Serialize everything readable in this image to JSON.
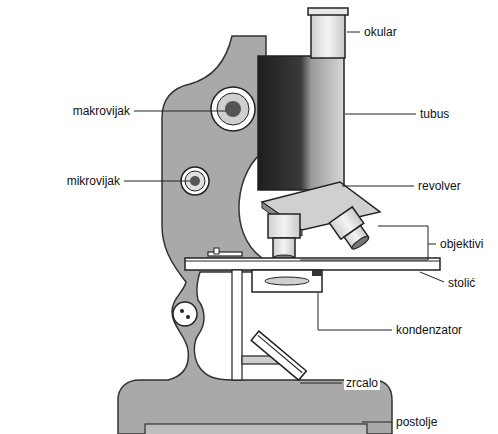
{
  "diagram": {
    "labels": [
      "okular",
      "makrovijak",
      "tubus",
      "mikrovijak",
      "revolver",
      "objektivi",
      "stolić",
      "kondenzator",
      "zrcalo",
      "postolje"
    ]
  }
}
